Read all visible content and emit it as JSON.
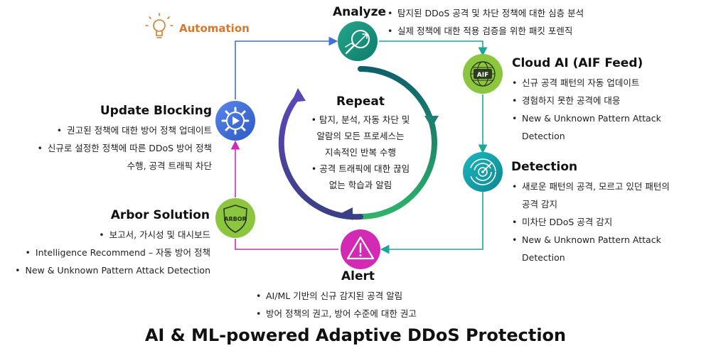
{
  "automation": {
    "label": "Automation",
    "color": "#d9782d"
  },
  "repeat": {
    "title": "Repeat",
    "lines": [
      "탐지, 분석, 자동 차단 및",
      "알람의 모든 프로세스는",
      "지속적인 반복 수행",
      "공격 트래픽에 대한 끊임",
      "없는 학습과 알림"
    ]
  },
  "stages": {
    "analyze": {
      "title": "Analyze",
      "icon": "magnifier-arrow-icon",
      "color": "#1a8f7a",
      "bullets": [
        "탐지된 DDoS 공격 및 차단 정책에 대한 심층 분석",
        "실제 정책에 대한 적용 검증을 위한 패킷 포렌직"
      ]
    },
    "cloud_ai": {
      "title": "Cloud AI (AIF Feed)",
      "icon": "globe-aif-icon",
      "badge": "AIF",
      "color": "#8cc63f",
      "bullets": [
        "신규 공격 패턴의 자동 업데이트",
        "경험하지 못한 공격에 대응",
        "New & Unknown Pattern Attack",
        "Detection"
      ]
    },
    "detection": {
      "title": "Detection",
      "icon": "radar-icon",
      "color": "#13a3ad",
      "bullets": [
        "새로운 패턴의 공격, 모르고 있던 패턴의",
        "공격 감지",
        "미차단 DDoS 공격 감지",
        "New & Unknown Pattern Attack",
        "Detection"
      ]
    },
    "alert": {
      "title": "Alert",
      "icon": "warning-triangle-icon",
      "color": "#d22ab4",
      "bullets": [
        "AI/ML 기반의 신규 감지된 공격 알림",
        "방어 정책의 권고, 방어 수준에 대한 권고"
      ]
    },
    "arbor": {
      "title": "Arbor Solution",
      "icon": "arbor-shield-icon",
      "badge": "ARBOR",
      "color": "#8cc63f",
      "bullets": [
        "보고서, 가시성 및 대시보드",
        "Intelligence Recommend – 자동 방어 정책",
        "New & Unknown Pattern Attack Detection"
      ]
    },
    "update": {
      "title": "Update Blocking",
      "icon": "gear-play-icon",
      "color": "#3f6fd8",
      "bullets": [
        "권고된 정책에 대한 방어 정책 업데이트",
        "신규로 설정한 정책에 따른 DDoS 방어 정책",
        "수행, 공격 트래픽 차단"
      ]
    }
  },
  "main_title": "AI & ML-powered Adaptive DDoS Protection"
}
